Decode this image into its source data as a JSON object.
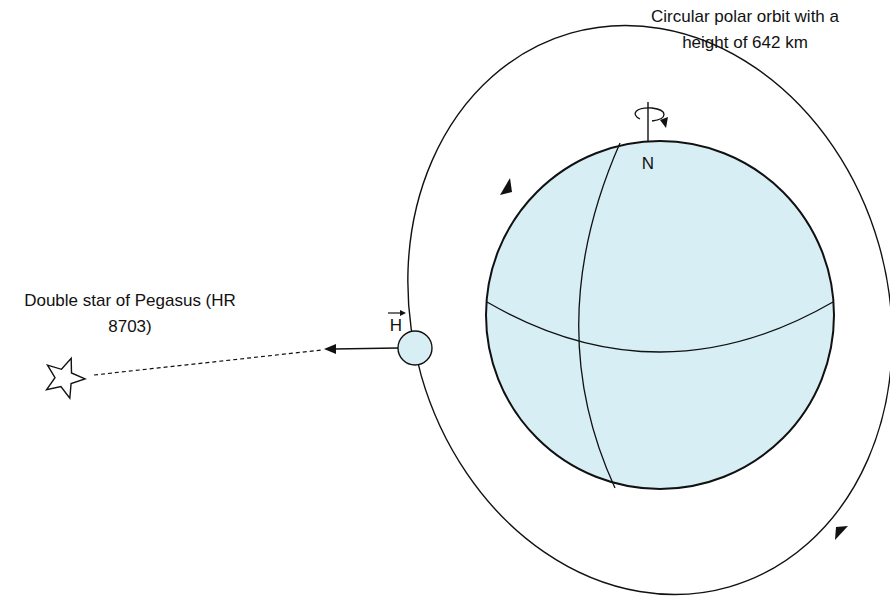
{
  "diagram": {
    "nodes": [
      {
        "text": [
          "Double star of Pegasus (HR 8703)"
        ]
      },
      {
        "text": [
          "N"
        ]
      }
    ],
    "labels": [
      "Circular polar orbit with a height of 642 km",
      "H"
    ]
  }
}
